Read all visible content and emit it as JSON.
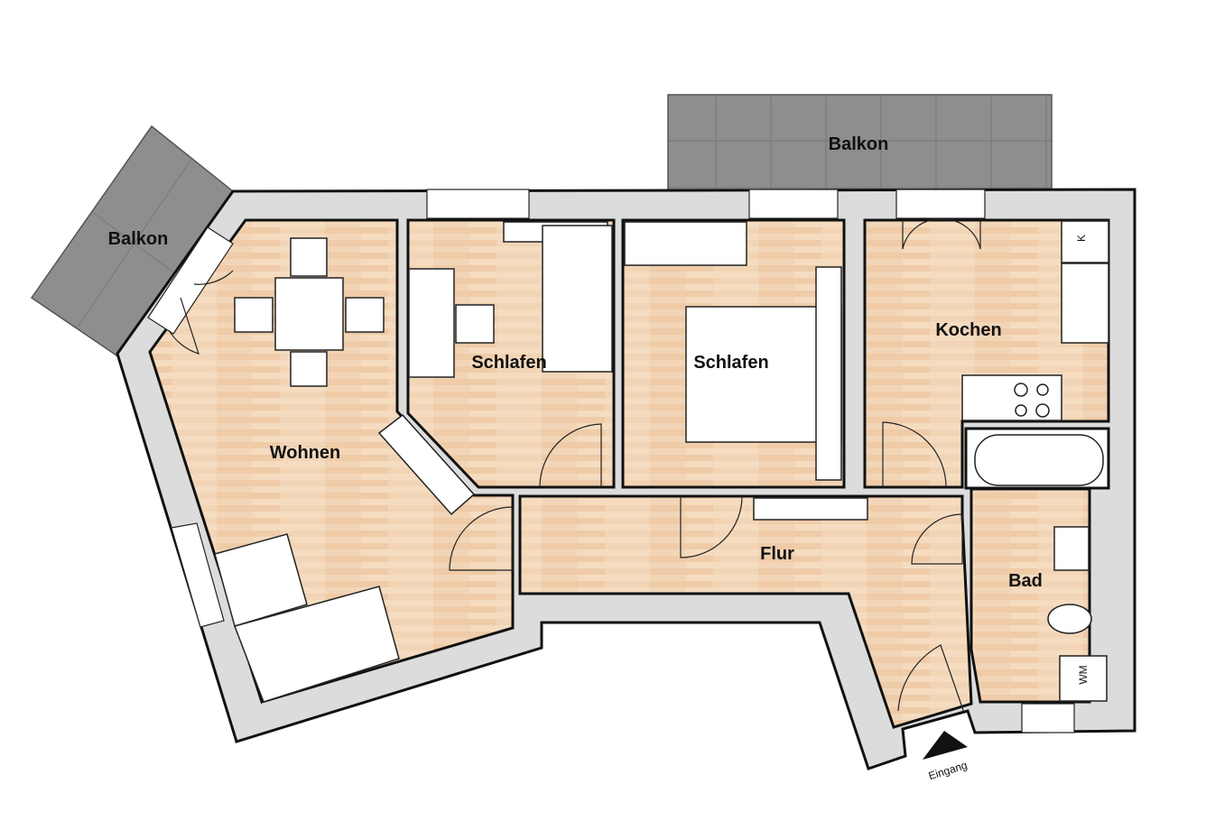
{
  "rooms": {
    "balkon_left": "Balkon",
    "balkon_top": "Balkon",
    "wohnen": "Wohnen",
    "schlafen_1": "Schlafen",
    "schlafen_2": "Schlafen",
    "kochen": "Kochen",
    "flur": "Flur",
    "bad": "Bad"
  },
  "fixtures": {
    "fridge": "K",
    "washing_machine": "WM"
  },
  "entrance": "Eingang",
  "colors": {
    "wall": "#dcdcdc",
    "floor": "#f0d2b2",
    "balcony": "#8c8c8c",
    "outline": "#111111"
  }
}
